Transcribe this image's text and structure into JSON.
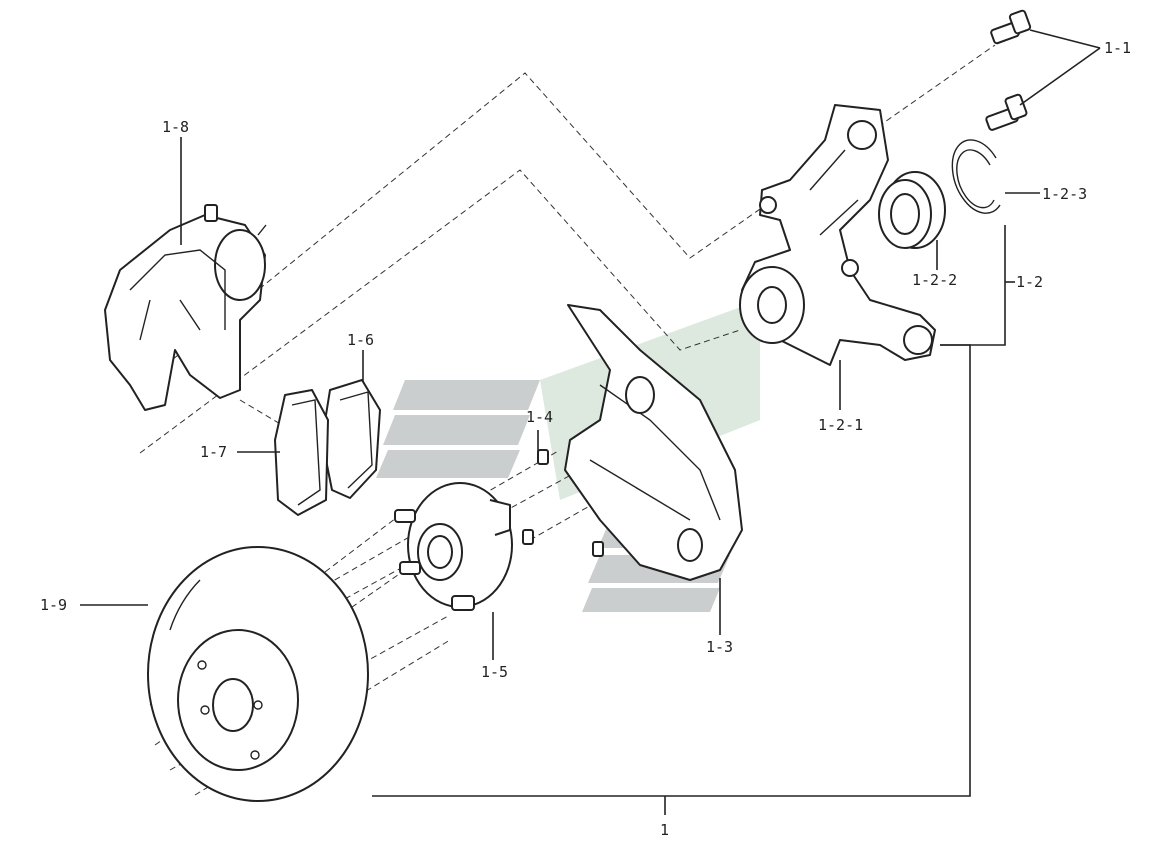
{
  "callouts": {
    "c1_1": "1-1",
    "c1_2": "1-2",
    "c1_2_1": "1-2-1",
    "c1_2_2": "1-2-2",
    "c1_2_3": "1-2-3",
    "c1_3": "1-3",
    "c1_4": "1-4",
    "c1_5": "1-5",
    "c1_6": "1-6",
    "c1_7": "1-7",
    "c1_8": "1-8",
    "c1_9": "1-9",
    "c1": "1"
  },
  "colors": {
    "line": "#222222",
    "watermark_gray": "#b9bdbf",
    "watermark_green": "#cfe0d2"
  }
}
